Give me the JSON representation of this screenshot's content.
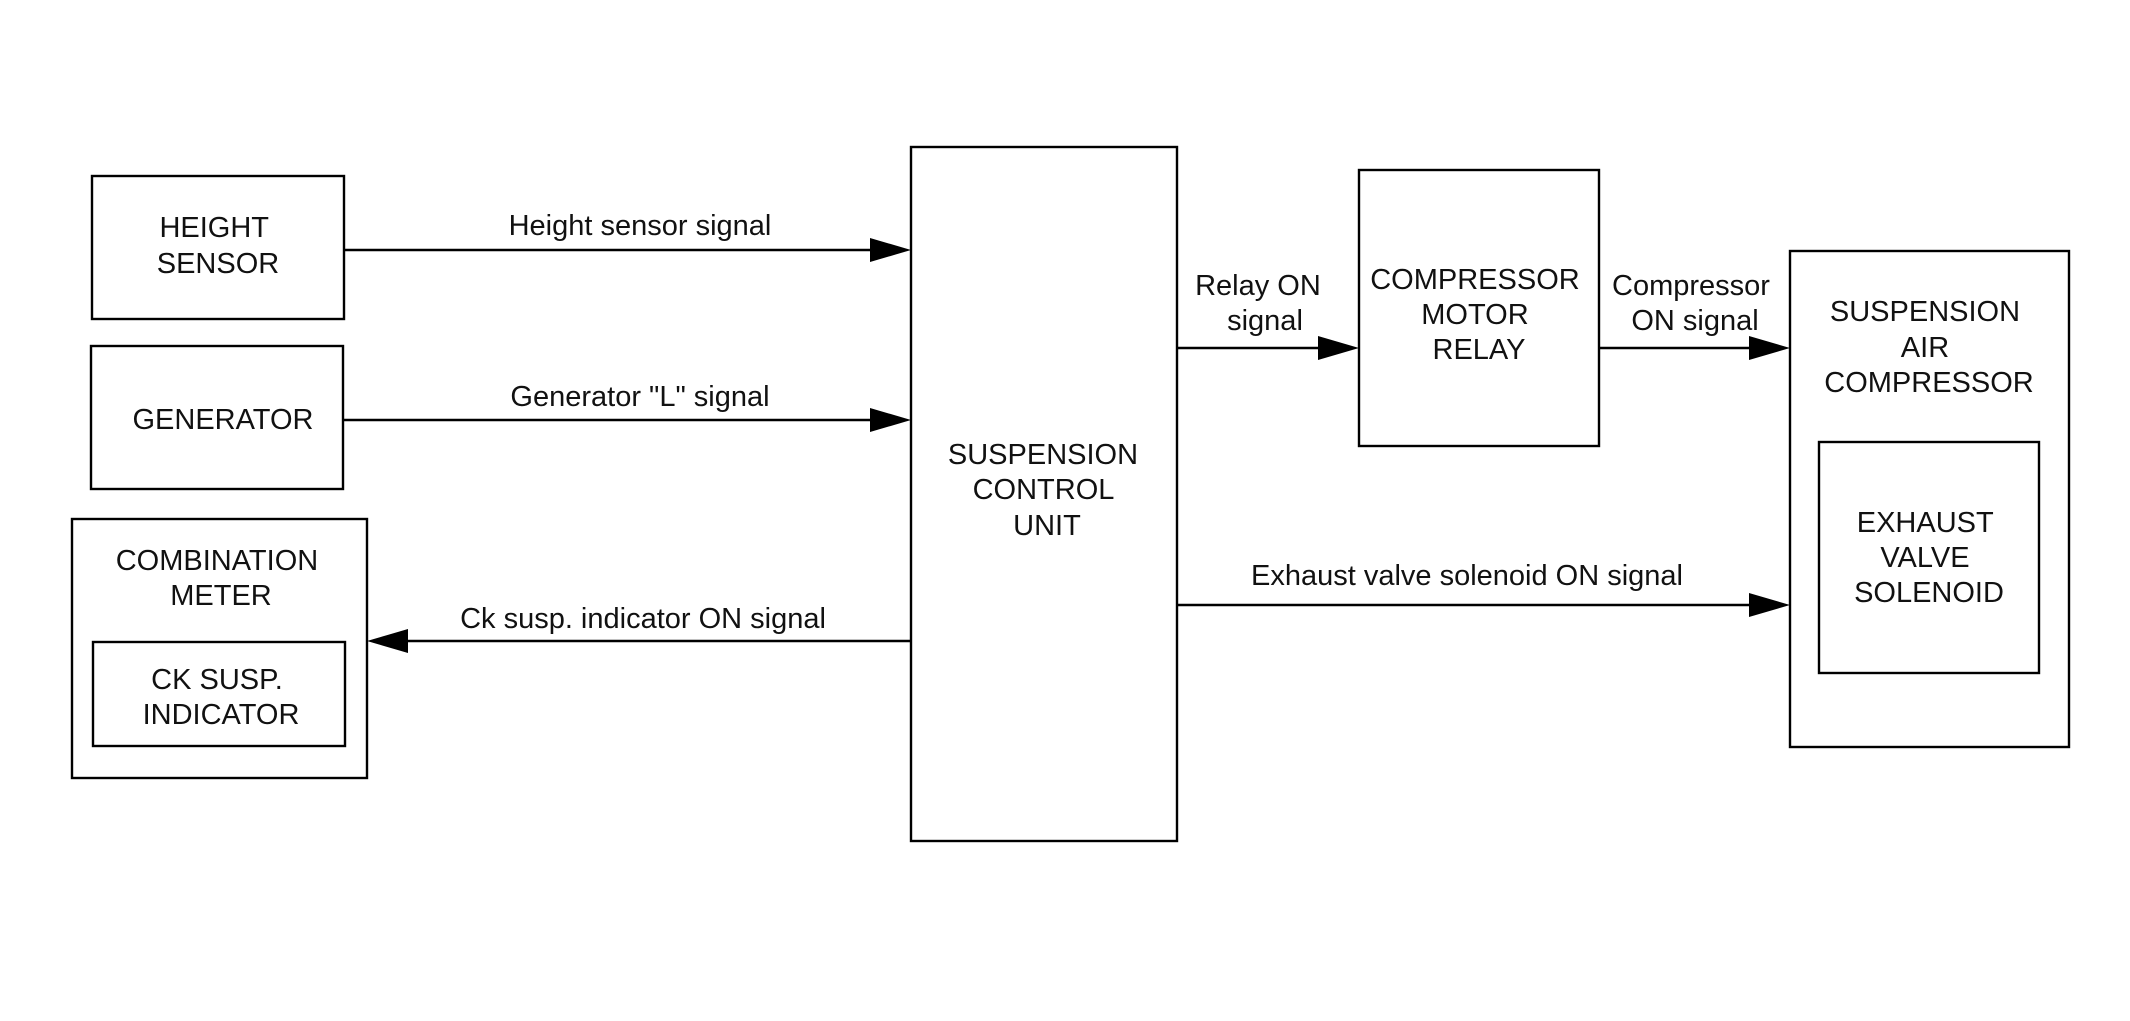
{
  "diagram": {
    "nodes": {
      "height_sensor": {
        "lines": [
          "HEIGHT",
          "SENSOR"
        ]
      },
      "generator": {
        "lines": [
          "GENERATOR"
        ]
      },
      "combination_meter": {
        "lines": [
          "COMBINATION",
          "METER"
        ]
      },
      "ck_susp_indicator": {
        "lines": [
          "CK SUSP.",
          "INDICATOR"
        ]
      },
      "suspension_control_unit": {
        "lines": [
          "SUSPENSION",
          "CONTROL",
          "UNIT"
        ]
      },
      "compressor_motor_relay": {
        "lines": [
          "COMPRESSOR",
          "MOTOR",
          "RELAY"
        ]
      },
      "suspension_air_compressor": {
        "lines": [
          "SUSPENSION",
          "AIR",
          "COMPRESSOR"
        ]
      },
      "exhaust_valve_solenoid": {
        "lines": [
          "EXHAUST",
          "VALVE",
          "SOLENOID"
        ]
      }
    },
    "signals": {
      "height_sensor_signal": {
        "lines": [
          "Height sensor signal"
        ]
      },
      "generator_l_signal": {
        "lines": [
          "Generator \"L\" signal"
        ]
      },
      "ck_susp_indicator_on_signal": {
        "lines": [
          "Ck susp. indicator ON signal"
        ]
      },
      "relay_on_signal": {
        "lines": [
          "Relay ON",
          "signal"
        ]
      },
      "compressor_on_signal": {
        "lines": [
          "Compressor",
          "ON signal"
        ]
      },
      "exhaust_valve_solenoid_on_signal": {
        "lines": [
          "Exhaust valve solenoid ON signal"
        ]
      }
    }
  }
}
